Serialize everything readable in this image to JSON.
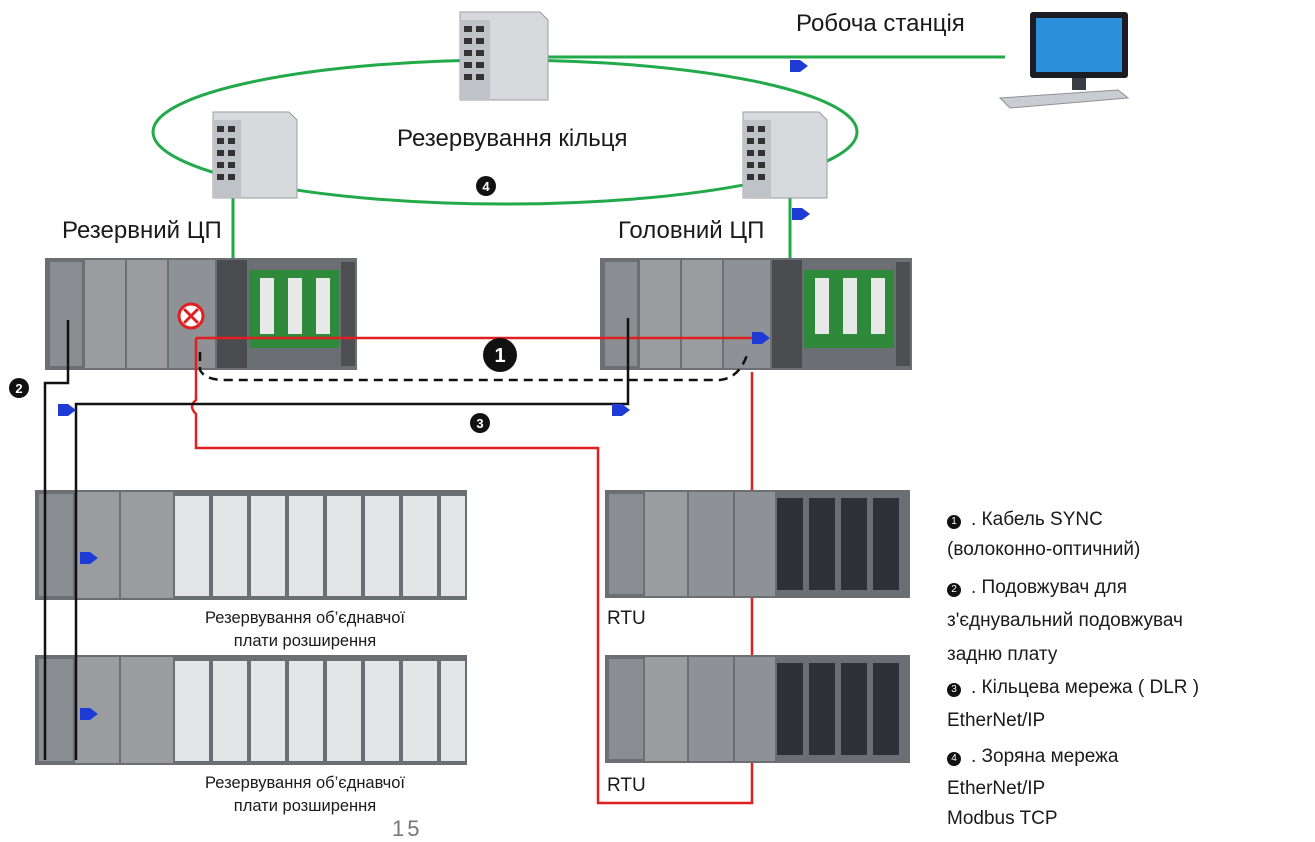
{
  "labels": {
    "workstation": "Робоча станція",
    "ring_redundancy": "Резервування кільця",
    "backup_cpu": "Резервний ЦП",
    "main_cpu": "Головний ЦП",
    "backplane_redundancy_1_line1": "Резервування об’єднавчої",
    "backplane_redundancy_1_line2": "плати розширення",
    "backplane_redundancy_2_line1": "Резервування об’єднавчої",
    "backplane_redundancy_2_line2": "плати розширення",
    "rtu_1": "RTU",
    "rtu_2": "RTU",
    "page_number": "15"
  },
  "markers": {
    "m1": "1",
    "m2": "2",
    "m3": "3",
    "m4": "4"
  },
  "legend": [
    {
      "num": "1",
      "text": ". Кабель SYNC"
    },
    {
      "num": "",
      "text": "(волоконно-оптичний)"
    },
    {
      "num": "2",
      "text": ". Подовжувач для"
    },
    {
      "num": "",
      "text": "з'єднувальний подовжувач"
    },
    {
      "num": "",
      "text": "задню плату"
    },
    {
      "num": "3",
      "text": ". Кільцева мережа ( DLR )"
    },
    {
      "num": "",
      "text": "EtherNet/IP"
    },
    {
      "num": "4",
      "text": ". Зоряна мережа"
    },
    {
      "num": "",
      "text": "EtherNet/IP"
    },
    {
      "num": "",
      "text": "Modbus TCP"
    }
  ],
  "colors": {
    "ring_green": "#22aa4a",
    "sync_red": "#e02020",
    "backplane_black": "#111111",
    "arrow_blue": "#1f3bd6"
  }
}
